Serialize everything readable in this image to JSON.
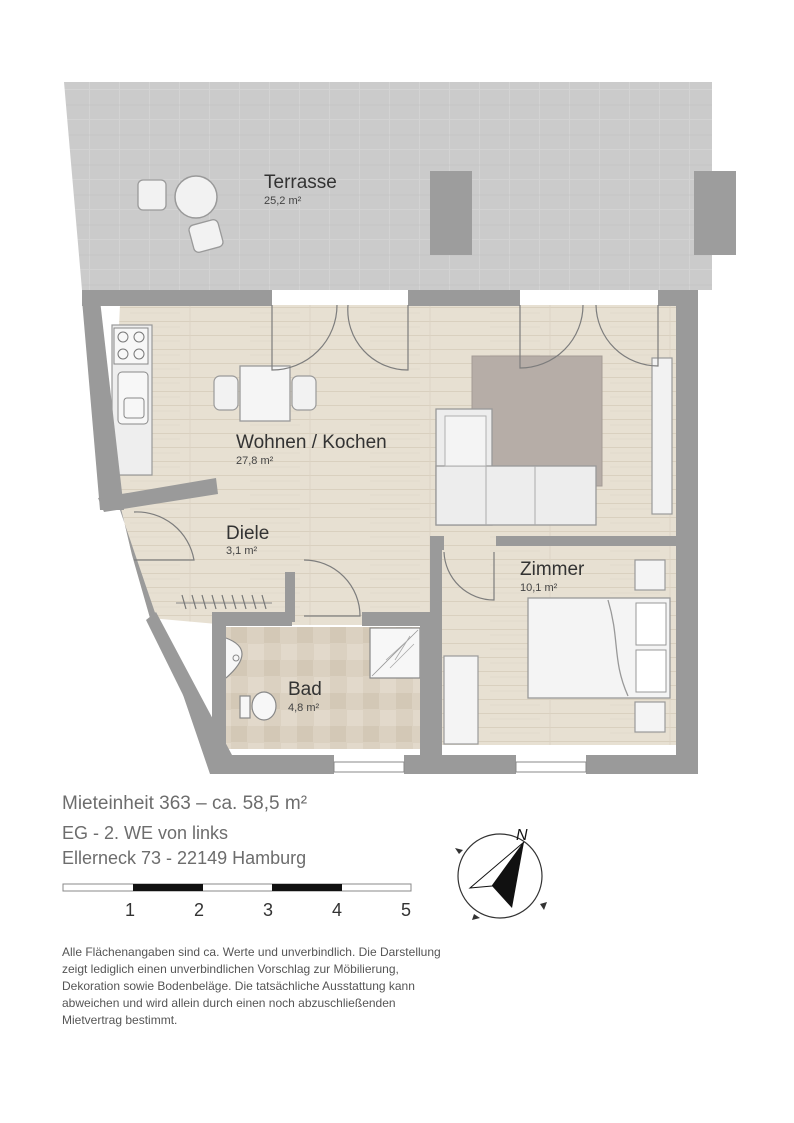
{
  "rooms": {
    "terrasse": {
      "name": "Terrasse",
      "area": "25,2 m²"
    },
    "wohnen": {
      "name": "Wohnen / Kochen",
      "area": "27,8 m²"
    },
    "diele": {
      "name": "Diele",
      "area": "3,1 m²"
    },
    "zimmer": {
      "name": "Zimmer",
      "area": "10,1 m²"
    },
    "bad": {
      "name": "Bad",
      "area": "4,8 m²"
    }
  },
  "info": {
    "title": "Mieteinheit 363 – ca. 58,5 m²",
    "floor": "EG - 2. WE von links",
    "address": "Ellerneck 73 - 22149 Hamburg"
  },
  "scale": {
    "labels": [
      "1",
      "2",
      "3",
      "4",
      "5"
    ]
  },
  "compass": {
    "north_label": "N",
    "icon": "north-arrow-icon"
  },
  "disclaimer": [
    "Alle Flächenangaben sind ca. Werte und unverbindlich. Die Darstellung",
    "zeigt lediglich einen unverbindlichen Vorschlag zur Möbilierung,",
    "Dekoration sowie Bodenbeläge. Die tatsächliche  Ausstattung kann",
    "abweichen und wird allein durch einen noch abzuschließenden",
    "Mietvertrag bestimmt."
  ],
  "colors": {
    "wall": "#9a9a9a",
    "floor_wood": "#e6dfd1",
    "terrace_tile": "#cfcfcf",
    "bath_tile": "#d9cfbf",
    "rug": "#b5aca6",
    "scale_dark": "#111111"
  }
}
